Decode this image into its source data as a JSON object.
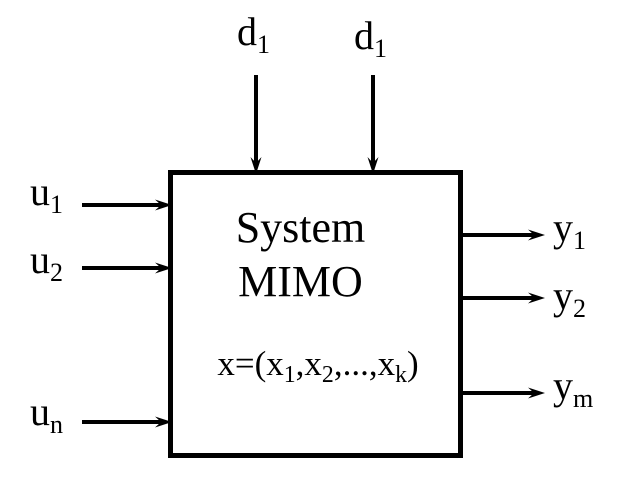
{
  "colors": {
    "background": "#ffffff",
    "line": "#000000",
    "text": "#000000"
  },
  "block": {
    "title_line1": "System",
    "title_line2": "MIMO",
    "equation": {
      "p0": "x=(x",
      "s0": "1",
      "p1": ",x",
      "s1": "2",
      "p2": ",...,x",
      "s2": "k",
      "p3": ")"
    }
  },
  "signals": {
    "disturbances": [
      {
        "base": "d",
        "sub": "1"
      },
      {
        "base": "d",
        "sub": "1"
      }
    ],
    "inputs": [
      {
        "base": "u",
        "sub": "1"
      },
      {
        "base": "u",
        "sub": "2"
      },
      {
        "base": "u",
        "sub": "n"
      }
    ],
    "outputs": [
      {
        "base": "y",
        "sub": "1"
      },
      {
        "base": "y",
        "sub": "2"
      },
      {
        "base": "y",
        "sub": "m"
      }
    ]
  }
}
